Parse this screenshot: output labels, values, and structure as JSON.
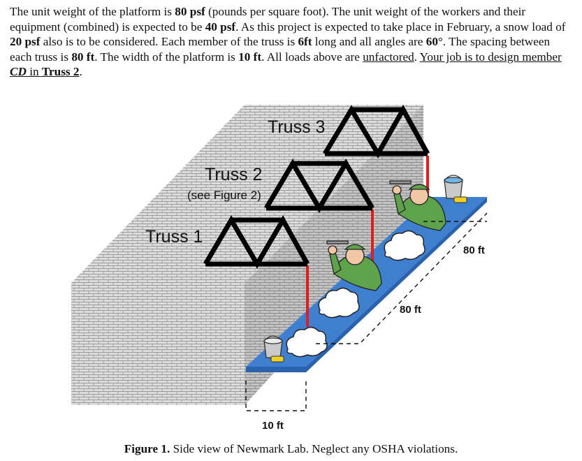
{
  "problem": {
    "s1": "The unit weight of the platform is ",
    "b1": "80 psf",
    "s2": " (pounds per square foot). The unit weight of the workers and their equipment (combined) is expected to be ",
    "b2": "40 psf",
    "s3": ". As this project is expected to take place in February, a snow load of ",
    "b3": "20 psf",
    "s4": " also is to be considered. Each member of the truss is ",
    "b4": "6ft",
    "s5": " long and all angles are ",
    "b5": "60°",
    "s6": ". The spacing between each truss is ",
    "b6": "80 ft",
    "s7": ". The width of the platform is ",
    "b7": "10 ft",
    "s8": ". All loads above are ",
    "u1": "unfactored",
    "s9": ". ",
    "u2a": "Your job is to design member ",
    "u2b": "CD",
    "u2c": " in ",
    "u2d": "Truss 2",
    "s10": "."
  },
  "figure": {
    "labels": {
      "truss1": "Truss 1",
      "truss2": "Truss 2",
      "truss2_note": "(see Figure 2)",
      "truss3": "Truss 3",
      "dim_width": "10 ft",
      "dim_spacing_front": "80 ft",
      "dim_spacing_back": "80 ft"
    },
    "colors": {
      "platform": "#3f7fd0",
      "platform_edge": "#2a62b0",
      "hanger": "#dd1f1f",
      "truss": "#000000",
      "worker": "#5ea24c",
      "brick_face": "#dcdcdc",
      "brick_side": "#bdbdbd"
    }
  },
  "caption": {
    "label": "Figure 1.",
    "text": " Side view of Newmark Lab. Neglect any OSHA violations."
  }
}
